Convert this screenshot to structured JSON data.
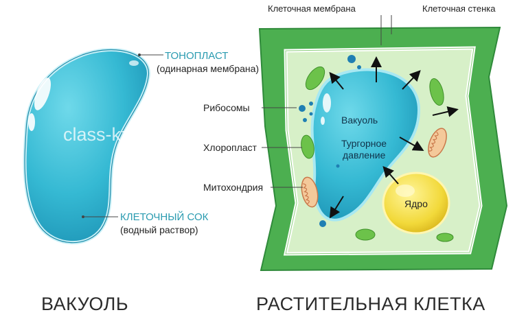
{
  "vacuole": {
    "tonoplast_title": "ТОНОПЛАСТ",
    "tonoplast_sub": "(одинарная мембрана)",
    "sap_title": "КЛЕТОЧНЫЙ СОК",
    "sap_sub": "(водный раствор)",
    "caption": "ВАКУОЛЬ"
  },
  "cell": {
    "membrane": "Клеточная мембрана",
    "wall": "Клеточная стенка",
    "ribosomes": "Рибосомы",
    "chloroplast": "Хлоропласт",
    "mitochondria": "Митохондрия",
    "vacuole": "Вакуоль",
    "turgor_line1": "Тургорное",
    "turgor_line2": "давление",
    "nucleus": "Ядро",
    "caption": "РАСТИТЕЛЬНАЯ КЛЕТКА"
  },
  "watermark": "class-kz.ru",
  "colors": {
    "accent_teal": "#2a9bb0",
    "vacuole_fill": "#3fc2d8",
    "cell_wall": "#4caf50",
    "cytoplasm": "#d7f0c8",
    "nucleus": "#f3df4a"
  }
}
